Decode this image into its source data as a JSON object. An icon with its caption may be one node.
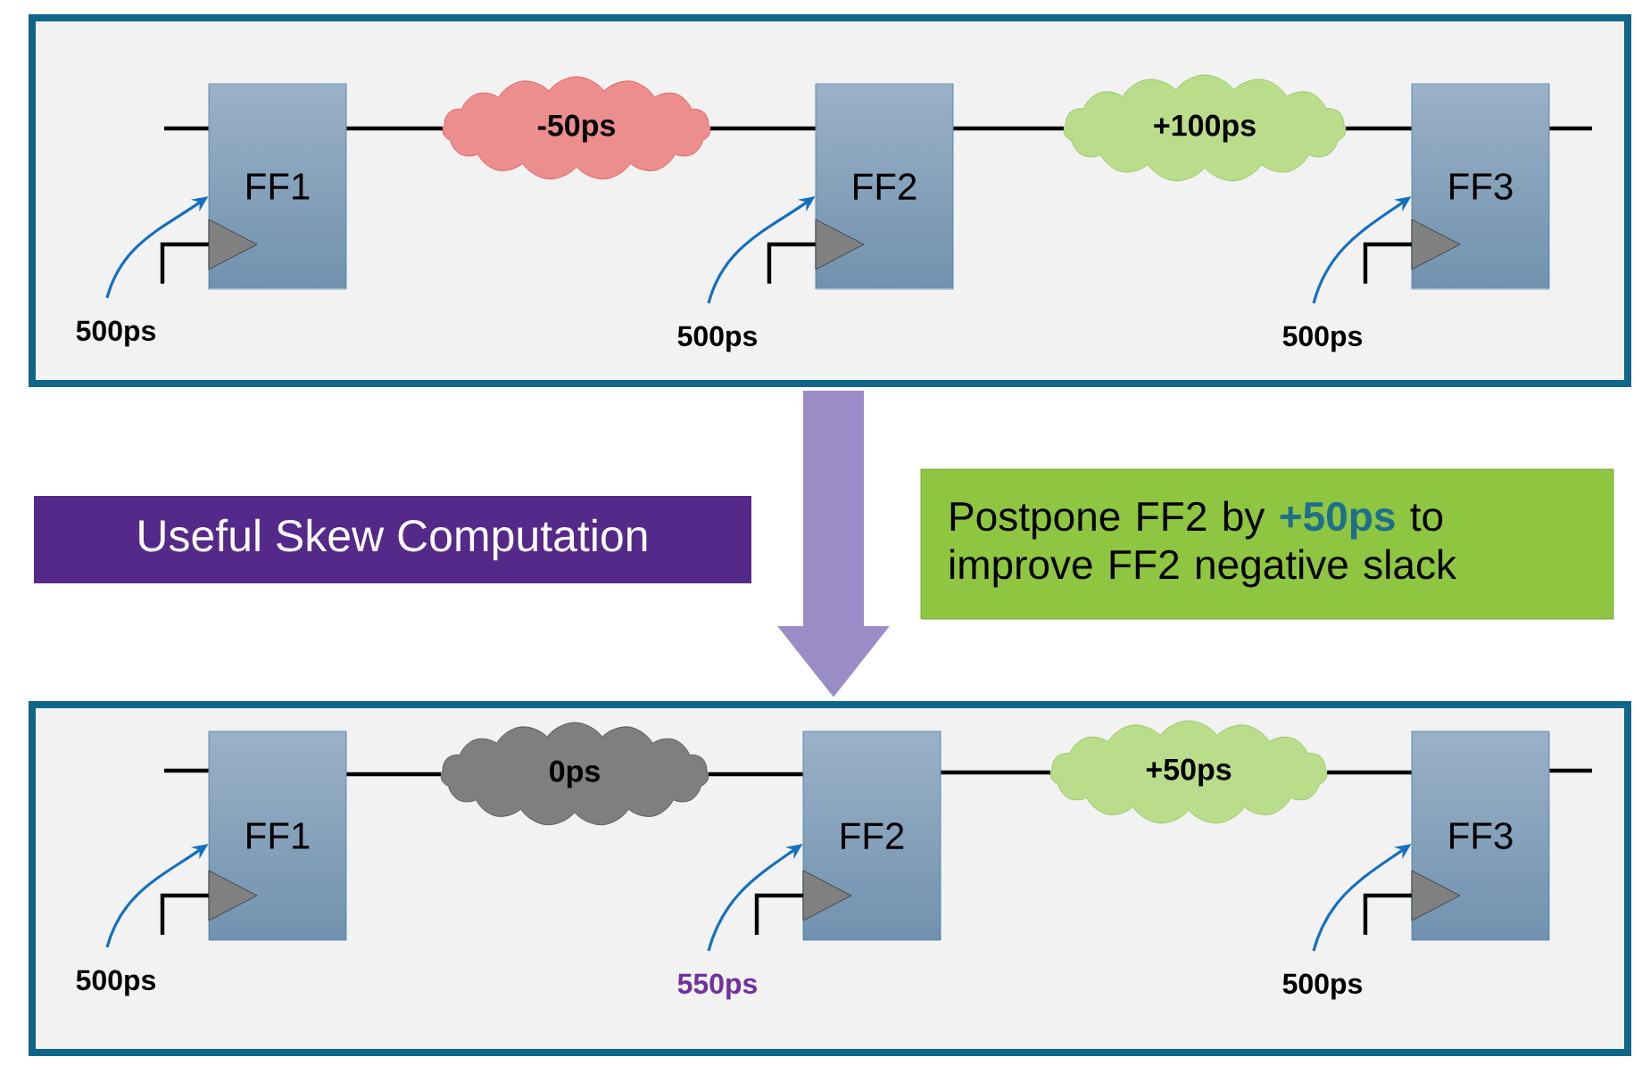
{
  "diagram": {
    "nodes": [
      {
        "text": [],
        "shape": "box"
      },
      {
        "text": [
          "FF1"
        ],
        "in": 0
      },
      {
        "text": [
          "-50ps"
        ],
        "in": 0
      },
      {
        "text": [
          "FF2"
        ],
        "in": 0
      },
      {
        "text": [
          "+100ps"
        ],
        "in": 0
      },
      {
        "text": [
          "FF3"
        ],
        "in": 0
      },
      {
        "text": [
          "500ps"
        ],
        "in": 0
      },
      {
        "text": [
          "500ps"
        ],
        "in": 0
      },
      {
        "text": [
          "500ps"
        ],
        "in": 0
      },
      {
        "text": [
          "Useful Skew Computation"
        ]
      },
      {
        "text": [
          "Postpone FF2 by **+50ps** to improve FF2 negative slack"
        ]
      },
      {
        "text": [],
        "shape": "box"
      },
      {
        "text": [
          "FF1"
        ],
        "in": 11
      },
      {
        "text": [
          "0ps"
        ],
        "in": 11
      },
      {
        "text": [
          "FF2"
        ],
        "in": 11
      },
      {
        "text": [
          "+50ps"
        ],
        "in": 11
      },
      {
        "text": [
          "FF3"
        ],
        "in": 11
      },
      {
        "text": [
          "500ps"
        ],
        "in": 11
      },
      {
        "text": [
          "550ps"
        ],
        "in": 11
      },
      {
        "text": [
          "500ps"
        ],
        "in": 11
      }
    ],
    "edges": [
      {
        "from": null,
        "to": 1,
        "arrow": "none"
      },
      {
        "from": 1,
        "to": 2,
        "arrow": "none"
      },
      {
        "from": 2,
        "to": 3,
        "arrow": "none"
      },
      {
        "from": 3,
        "to": 4,
        "arrow": "none"
      },
      {
        "from": 4,
        "to": 5,
        "arrow": "none"
      },
      {
        "from": 5,
        "to": null,
        "arrow": "none"
      },
      {
        "from": 6,
        "to": 1,
        "arrow": "to",
        "color": "#1570c0"
      },
      {
        "from": 7,
        "to": 3,
        "arrow": "to",
        "color": "#1570c0"
      },
      {
        "from": 8,
        "to": 5,
        "arrow": "to",
        "color": "#1570c0"
      },
      {
        "from": 0,
        "to": 11,
        "arrow": "to",
        "style": "thick",
        "color": "#9a8cc6"
      },
      {
        "from": null,
        "to": 12,
        "arrow": "none"
      },
      {
        "from": 12,
        "to": 13,
        "arrow": "none"
      },
      {
        "from": 13,
        "to": 14,
        "arrow": "none"
      },
      {
        "from": 14,
        "to": 15,
        "arrow": "none"
      },
      {
        "from": 15,
        "to": 16,
        "arrow": "none"
      },
      {
        "from": 16,
        "to": null,
        "arrow": "none"
      },
      {
        "from": 17,
        "to": 12,
        "arrow": "to",
        "color": "#1570c0"
      },
      {
        "from": 18,
        "to": 14,
        "arrow": "to",
        "color": "#1570c0"
      },
      {
        "from": 19,
        "to": 16,
        "arrow": "to",
        "color": "#1570c0"
      }
    ]
  }
}
